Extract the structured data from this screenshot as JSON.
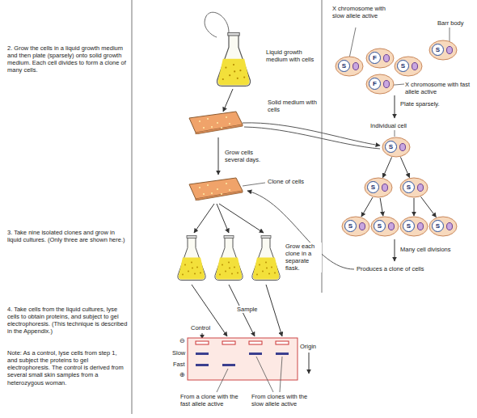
{
  "diagram": {
    "nodes": [
      {
        "text": [
          "F"
        ]
      },
      {
        "text": [
          "S"
        ]
      },
      {
        "text": [
          "S"
        ]
      },
      {
        "text": [
          "S"
        ]
      },
      {
        "text": [
          "F"
        ]
      },
      {
        "text": [
          "S"
        ]
      },
      {
        "text": [
          "S"
        ]
      },
      {
        "text": [
          "S"
        ]
      },
      {
        "text": [
          "S"
        ]
      },
      {
        "text": [
          "S"
        ]
      },
      {
        "text": [
          "S"
        ]
      },
      {
        "text": [
          "S"
        ]
      }
    ],
    "edges": [
      {
        "from": 5,
        "to": 6,
        "arrow": "to"
      },
      {
        "from": 5,
        "to": 7,
        "arrow": "to"
      },
      {
        "from": 6,
        "to": 8,
        "arrow": "to"
      },
      {
        "from": 6,
        "to": 9,
        "arrow": "to"
      },
      {
        "from": 7,
        "to": 10,
        "arrow": "to"
      },
      {
        "from": 7,
        "to": 11,
        "arrow": "to"
      }
    ],
    "labels": [
      "2. Grow the cells in a liquid growth medium and then plate (sparsely) onto solid growth medium. Each cell divides to form a clone of many cells.",
      "3. Take nine isolated clones and grow in liquid cultures. (Only three are shown here.)",
      "4. Take cells from the liquid cultures, lyse cells to obtain proteins, and subject to gel electrophoresis. (This technique is described in the Appendix.)",
      "Note: As a control, lyse cells from step 1, and subject the proteins to gel electrophoresis. The control is derived from several small skin samples from a heterozygous woman.",
      "Liquid growth medium with cells",
      "Solid medium with cells",
      "Grow cells several days.",
      "Clone of cells",
      "Grow each clone in a separate flask.",
      "Sample",
      "Control",
      "Origin",
      "⊖",
      "Slow",
      "Fast",
      "⊕",
      "From a clone with the fast allele active",
      "From clones with the slow allele active",
      "X chromosome with slow allele active",
      "Barr body",
      "X chromosome with fast allele active",
      "Plate sparsely.",
      "Individual cell",
      "Many cell divisions",
      "Produces a clone of cells"
    ]
  }
}
